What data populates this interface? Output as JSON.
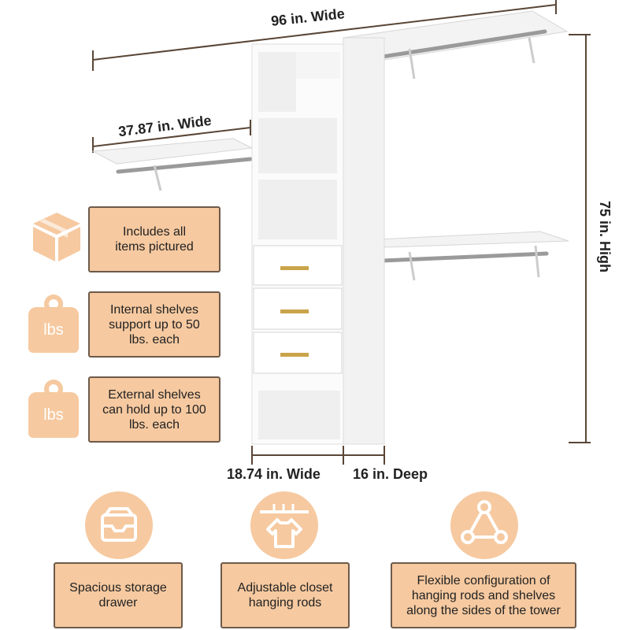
{
  "dimensions": {
    "total_width": "96 in. Wide",
    "left_shelf_width": "37.87 in. Wide",
    "height": "75 in. High",
    "tower_width": "18.74 in. Wide",
    "depth": "16 in. Deep"
  },
  "side_features": [
    {
      "icon": "box-icon",
      "text": "Includes all items pictured"
    },
    {
      "icon": "weight-icon",
      "icon_label": "lbs",
      "text": "Internal shelves support up to 50 lbs. each"
    },
    {
      "icon": "weight-icon",
      "icon_label": "lbs",
      "text": "External shelves can hold up to 100 lbs. each"
    }
  ],
  "bottom_features": [
    {
      "icon": "storage-tray-icon",
      "text": "Spacious storage drawer"
    },
    {
      "icon": "hanger-icon",
      "text": "Adjustable closet hanging rods"
    },
    {
      "icon": "triangle-nodes-icon",
      "text": "Flexible configuration of hanging rods and shelves along the sides of the tower"
    }
  ],
  "colors": {
    "accent": "#f6c9a0",
    "border": "#6d5a4a",
    "dimension_line": "#5a4636"
  }
}
